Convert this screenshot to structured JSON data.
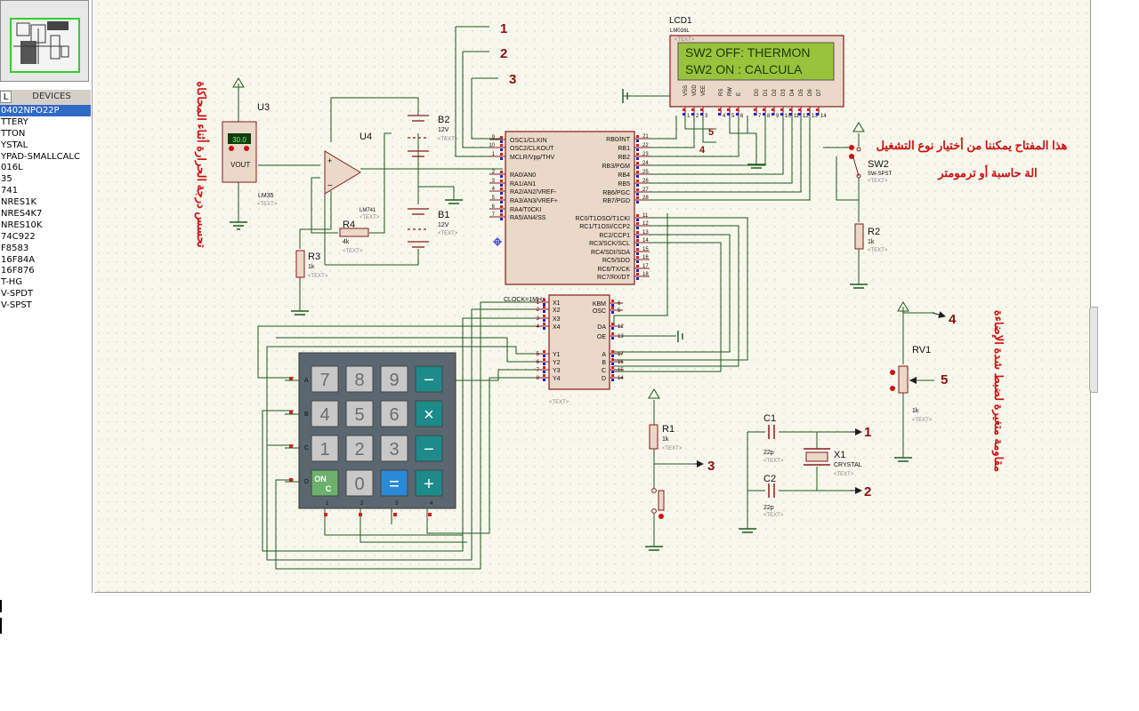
{
  "panel": {
    "tab_p": "L",
    "tab_devices": "DEVICES",
    "devices": [
      "0402NPO22P",
      "TTERY",
      "TTON",
      "YSTAL",
      "YPAD-SMALLCALC",
      "016L",
      "35",
      "741",
      "NRES1K",
      "NRES4K7",
      "NRES10K",
      "74C922",
      "F8583",
      "16F84A",
      "16F876",
      "T-HG",
      "V-SPDT",
      "V-SPST"
    ],
    "selected_index": 0
  },
  "schematic": {
    "lcd": {
      "ref": "LCD1",
      "part": "LM016L",
      "line1": "SW2 OFF: THERMON",
      "line2": "SW2 ON : CALCULA",
      "pins": [
        "VSS",
        "VDD",
        "VEE",
        "RS",
        "RW",
        "E",
        "D0",
        "D1",
        "D2",
        "D3",
        "D4",
        "D5",
        "D6",
        "D7"
      ],
      "pin_numbers": [
        "1",
        "2",
        "3",
        "4",
        "5",
        "6",
        "7",
        "8",
        "9",
        "10",
        "11",
        "12",
        "13",
        "14"
      ]
    },
    "mcu": {
      "left_pins": [
        "OSC1/CLKIN",
        "OSC2/CLKOUT",
        "MCLR/Vpp/THV",
        "RA0/AN0",
        "RA1/AN1",
        "RA2/AN2/VREF-",
        "RA3/AN3/VREF+",
        "RA4/T0CKI",
        "RA5/AN4/SS"
      ],
      "left_nums": [
        "9",
        "10",
        "1",
        "2",
        "3",
        "4",
        "5",
        "6",
        "7"
      ],
      "right_pins": [
        "RB0/INT",
        "RB1",
        "RB2",
        "RB3/PGM",
        "RB4",
        "RB5",
        "RB6/PGC",
        "RB7/PGD",
        "RC0/T1OSO/T1CKI",
        "RC1/T1OSI/CCP2",
        "RC2/CCP1",
        "RC3/SCK/SCL",
        "RC4/SDI/SDA",
        "RC5/SDO",
        "RC6/TX/CK",
        "RC7/RX/DT"
      ],
      "right_nums": [
        "21",
        "22",
        "23",
        "24",
        "25",
        "26",
        "27",
        "28",
        "11",
        "12",
        "13",
        "14",
        "15",
        "16",
        "17",
        "18"
      ]
    },
    "encoder": {
      "left_pins": [
        "X1",
        "X2",
        "X3",
        "X4",
        "Y1",
        "Y2",
        "Y3",
        "Y4"
      ],
      "left_nums": [
        "1",
        "2",
        "3",
        "4",
        "5",
        "6",
        "7",
        "8"
      ],
      "right_pins": [
        "KBM",
        "OSC",
        "DA",
        "OE",
        "A",
        "B",
        "C",
        "D"
      ],
      "right_nums": [
        "6",
        "5",
        "12",
        "13",
        "17",
        "16",
        "15",
        "14"
      ],
      "clock_label": "CLOCK=1MHz"
    },
    "keypad": {
      "rows": [
        [
          "7",
          "8",
          "9",
          "−"
        ],
        [
          "4",
          "5",
          "6",
          "×"
        ],
        [
          "1",
          "2",
          "3",
          "−"
        ],
        [
          "ON\nC",
          "0",
          "=",
          "+"
        ]
      ],
      "row_labels": [
        "A",
        "B",
        "C",
        "D"
      ],
      "col_labels": [
        "1",
        "2",
        "3",
        "4"
      ]
    },
    "labels": {
      "u3": "U3",
      "u3_part": "LM35",
      "u3_value": "30.0",
      "u3_vout": "VOUT",
      "u4": "U4",
      "u4_part": "LM741",
      "b2": "B2",
      "b2_val": "12V",
      "b1": "B1",
      "b1_val": "12V",
      "r4": "R4",
      "r4_val": "4k",
      "r3": "R3",
      "r3_val": "1k",
      "r2": "R2",
      "r2_val": "1k",
      "r1": "R1",
      "r1_val": "1k",
      "sw2": "SW2",
      "sw2_part": "SW-SPST",
      "rv1": "RV1",
      "rv1_val": "1k",
      "c1": "C1",
      "c1_val": "22p",
      "c2": "C2",
      "c2_val": "22p",
      "x1": "X1",
      "x1_part": "CRYSTAL",
      "text_tag": "<TEXT>"
    },
    "net_labels": [
      "1",
      "2",
      "3",
      "4",
      "5"
    ],
    "annotations": {
      "sensor": "تحسس درجة الحرارة أثناء المحاكاة",
      "switch_line1": "هذا المفتاح يمكننا من أختيار نوع التشغيل",
      "switch_line2": "الة حاسبة أو ترمومتر",
      "pot": "مقاومة متغيرة لضبط شدة الإضاءة"
    }
  },
  "colors": {
    "wire": "#1e5a1e",
    "component": "#8b1a1a",
    "pin_red": "#d42020",
    "pin_blue": "#2020cc",
    "annotation_red": "#cc1111",
    "net_label": "#8b1010",
    "lcd_screen": "#9ac23c",
    "lcd_text": "#1d3a08",
    "key_gray": "#c8c8c8",
    "key_teal": "#1e8a8a",
    "key_blue": "#2a8ad8",
    "key_green": "#6cb16c",
    "canvas": "#f7f7ec"
  }
}
